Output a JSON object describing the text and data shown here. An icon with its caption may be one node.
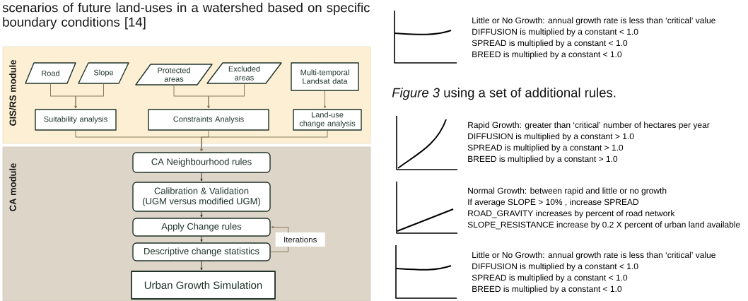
{
  "diagram": {
    "nodes": [
      {
        "text": [
          "GIS/RS module"
        ]
      },
      {
        "text": [
          "Road"
        ],
        "in": 0
      },
      {
        "text": [
          "Slope"
        ],
        "in": 0
      },
      {
        "text": [
          "Protected areas"
        ],
        "in": 0
      },
      {
        "text": [
          "Excluded areas"
        ],
        "in": 0
      },
      {
        "text": [
          "Multi-temporal Landsat data"
        ],
        "in": 0
      },
      {
        "text": [
          "Suitability analysis"
        ],
        "in": 0
      },
      {
        "text": [
          "Constraints Analysis"
        ],
        "in": 0
      },
      {
        "text": [
          "Land-use change analysis"
        ],
        "in": 0
      },
      {
        "text": [
          "CA module"
        ]
      },
      {
        "text": [
          "CA Neighbourhood rules"
        ],
        "in": 9
      },
      {
        "text": [
          "Calibration & Validation",
          "(UGM versus modified UGM)"
        ],
        "in": 9
      },
      {
        "text": [
          "Apply Change rules"
        ],
        "in": 9
      },
      {
        "text": [
          "Descriptive change statistics"
        ],
        "in": 9
      },
      {
        "text": [
          "Urban Growth Simulation"
        ],
        "in": 9
      }
    ],
    "edges": [
      {
        "from": 1,
        "to": 6,
        "arrow": "to"
      },
      {
        "from": 2,
        "to": 6,
        "arrow": "to"
      },
      {
        "from": 3,
        "to": 7,
        "arrow": "to"
      },
      {
        "from": 4,
        "to": 7,
        "arrow": "to"
      },
      {
        "from": 5,
        "to": 8,
        "arrow": "to"
      },
      {
        "from": 6,
        "to": 10,
        "arrow": "to"
      },
      {
        "from": 7,
        "to": 10,
        "arrow": "to"
      },
      {
        "from": 8,
        "to": 10,
        "arrow": "to"
      },
      {
        "from": 10,
        "to": 11,
        "arrow": "to",
        "color": "#333333"
      },
      {
        "from": 11,
        "to": 12,
        "arrow": "to",
        "color": "#333333"
      },
      {
        "from": 12,
        "to": 13,
        "arrow": "to",
        "color": "#333333"
      },
      {
        "from": 13,
        "to": 14,
        "arrow": "to",
        "color": "#333333"
      },
      {
        "from": 13,
        "to": 12,
        "arrow": "to",
        "label": "Iterations"
      }
    ],
    "labels": [
      "scenarios of future land-uses in a watershed based on specific boundary conditions [14]",
      "Little or No Growth: annual growth rate is less than ‘critical’ value",
      "DIFFUSION is multiplied by a constant < 1.0",
      "SPREAD is multiplied by a constant < 1.0",
      "BREED is multiplied by a constant < 1.0",
      "*Figure 3* using a set of additional rules.",
      "Rapid Growth: greater than ‘critical’ number of hectares per year",
      "DIFFUSION is multiplied by a constant > 1.0",
      "SPREAD is multiplied by a constant > 1.0",
      "BREED is multiplied by a constant > 1.0",
      "Normal Growth: between rapid and little or no growth",
      "If average SLOPE > 10% , increase SPREAD",
      "ROAD_GRAVITY increases by percent of road network",
      "SLOPE_RESISTANCE increase by 0.2 X percent of urban land available",
      "Little or No Growth: annual growth rate is less than ‘critical’ value",
      "DIFFUSION is multiplied by a constant < 1.0",
      "SPREAD is multiplied by a constant < 1.0",
      "BREED is multiplied by a constant < 1.0"
    ]
  }
}
